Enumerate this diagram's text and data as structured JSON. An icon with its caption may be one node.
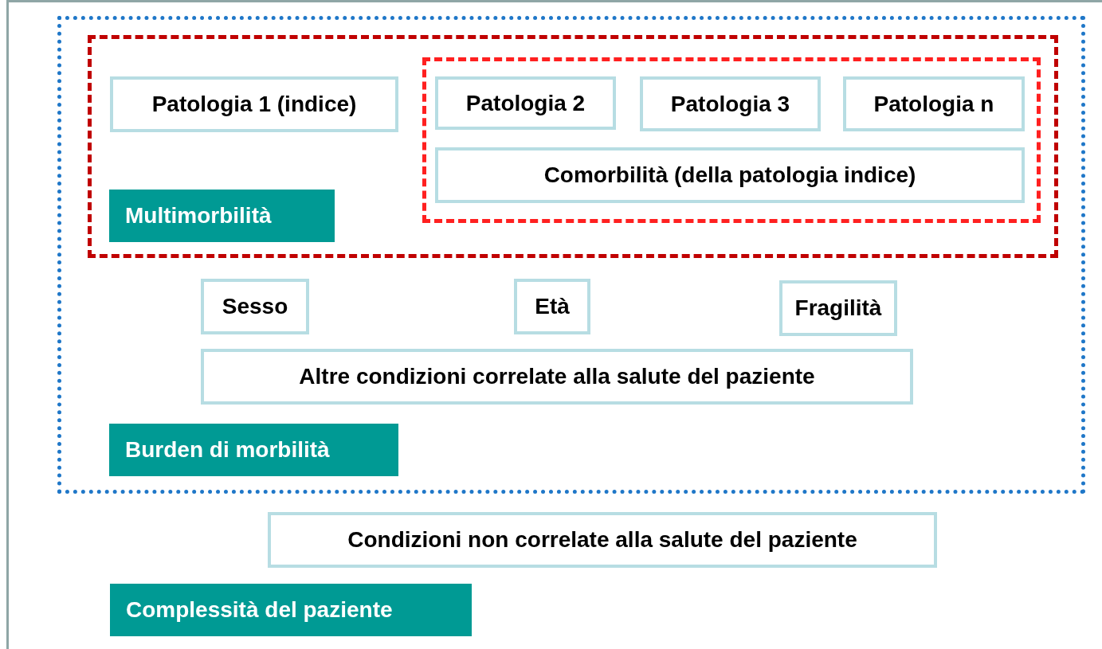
{
  "diagram": {
    "nodes": [
      {
        "text": [
          "Complessità del paziente"
        ]
      },
      {
        "text": [
          "Burden di morbilità"
        ],
        "in": 0
      },
      {
        "text": [
          "Multimorbilità"
        ],
        "in": 1
      },
      {
        "text": [
          "Patologia 1 (indice)"
        ],
        "in": 2
      },
      {
        "text": [],
        "shape": "box",
        "in": 2
      },
      {
        "text": [
          "Patologia 2"
        ],
        "in": 4
      },
      {
        "text": [
          "Patologia 3"
        ],
        "in": 4
      },
      {
        "text": [
          "Patologia n"
        ],
        "in": 4
      },
      {
        "text": [
          "Comorbilità (della patologia indice)"
        ],
        "in": 4
      },
      {
        "text": [
          "Sesso"
        ],
        "in": 1
      },
      {
        "text": [
          "Età"
        ],
        "in": 1
      },
      {
        "text": [
          "Fragilità"
        ],
        "in": 1
      },
      {
        "text": [
          "Altre condizioni correlate alla salute del paziente"
        ],
        "in": 1
      },
      {
        "text": [
          "Condizioni non correlate alla salute del paziente"
        ],
        "in": 0
      }
    ],
    "edges": []
  }
}
